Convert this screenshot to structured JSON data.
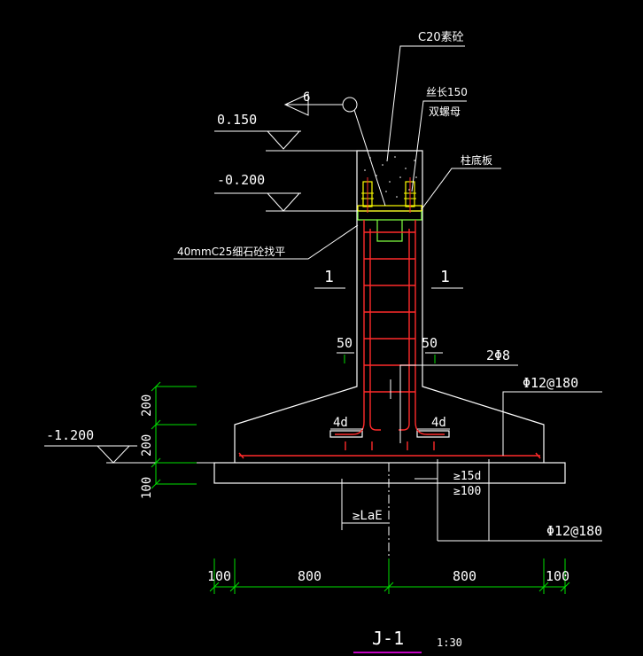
{
  "labels": {
    "concrete_infill": "C20素砼",
    "wire_length": "丝长150",
    "double_nut": "双螺母",
    "base_plate": "柱底板",
    "grout": "40mmC25细石砼找平",
    "elev_top": "0.150",
    "elev_mid": "-0.200",
    "elev_bottom": "-1.200",
    "section_ref": "6",
    "section_left": "1",
    "section_right": "1",
    "cover_left": "50",
    "cover_right": "50",
    "stirrup": "2Φ8",
    "rebar_top": "Φ12@180",
    "rebar_bottom": "Φ12@180",
    "hook_left": "4d",
    "hook_right": "4d",
    "lap_15d": "≥15d",
    "lap_100": "≥100",
    "anchor": "≥LaE",
    "dim_h1": "200",
    "dim_h2": "200",
    "dim_h3": "100",
    "dim_w1": "100",
    "dim_w2": "800",
    "dim_w3": "800",
    "dim_w4": "100",
    "title": "J-1",
    "scale": "1:30"
  },
  "colors": {
    "outline": "#ffffff",
    "rebar": "#ff2a2a",
    "dimension": "#00e000",
    "plate": "#ffff00",
    "grout": "#80ff40",
    "title_underline": "#ff00ff"
  }
}
